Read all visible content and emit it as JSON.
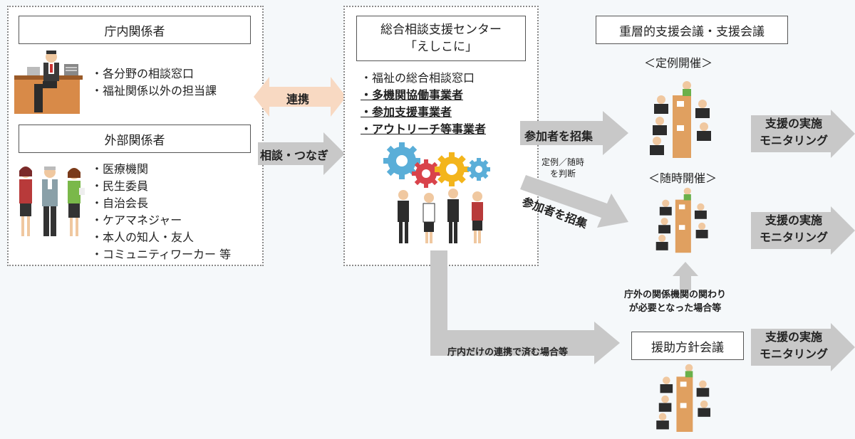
{
  "left": {
    "internal_title": "庁内関係者",
    "internal_items": [
      "・各分野の相談窓口",
      "・福祉関係以外の担当課"
    ],
    "external_title": "外部関係者",
    "external_items": [
      "・医療機関",
      "・民生委員",
      "・自治会長",
      "・ケアマネジャー",
      "・本人の知人・友人",
      "・コミュニティワーカー 等"
    ]
  },
  "arrows": {
    "renkei": "連携",
    "soudan": "相談・つなぎ",
    "shoshu1": "参加者を招集",
    "shoshu2": "参加者を招集",
    "teirei_note_line1": "定例／随時",
    "teirei_note_line2": "を判断",
    "chonai_only": "庁内だけの連携で済む場合等",
    "external_needed_line1": "庁外の関係機関の関わり",
    "external_needed_line2": "が必要となった場合等"
  },
  "center": {
    "title_line1": "総合相談支援センター",
    "title_line2": "「えしこに」",
    "item_plain": "・福祉の総合相談窓口",
    "items_bold": [
      "・多機関協働事業者",
      "・参加支援事業者",
      "・アウトリーチ等事業者"
    ]
  },
  "right": {
    "meeting_title": "重層的支援会議・支援会議",
    "teirei": "＜定例開催＞",
    "zuiji": "＜随時開催＞",
    "enjo": "援助方針会議",
    "support1_line1": "支援の実施",
    "support1_line2": "モニタリング",
    "support2_line1": "支援の実施",
    "support2_line2": "モニタリング",
    "support3_line1": "支援の実施",
    "support3_line2": "モニタリング"
  },
  "colors": {
    "arrow_gray": "#c8c8c8",
    "arrow_peach": "#f8d9c2",
    "table": "#e0a060",
    "gear_blue": "#5aaed8",
    "gear_red": "#d9434b",
    "gear_yellow": "#f3b51c"
  }
}
